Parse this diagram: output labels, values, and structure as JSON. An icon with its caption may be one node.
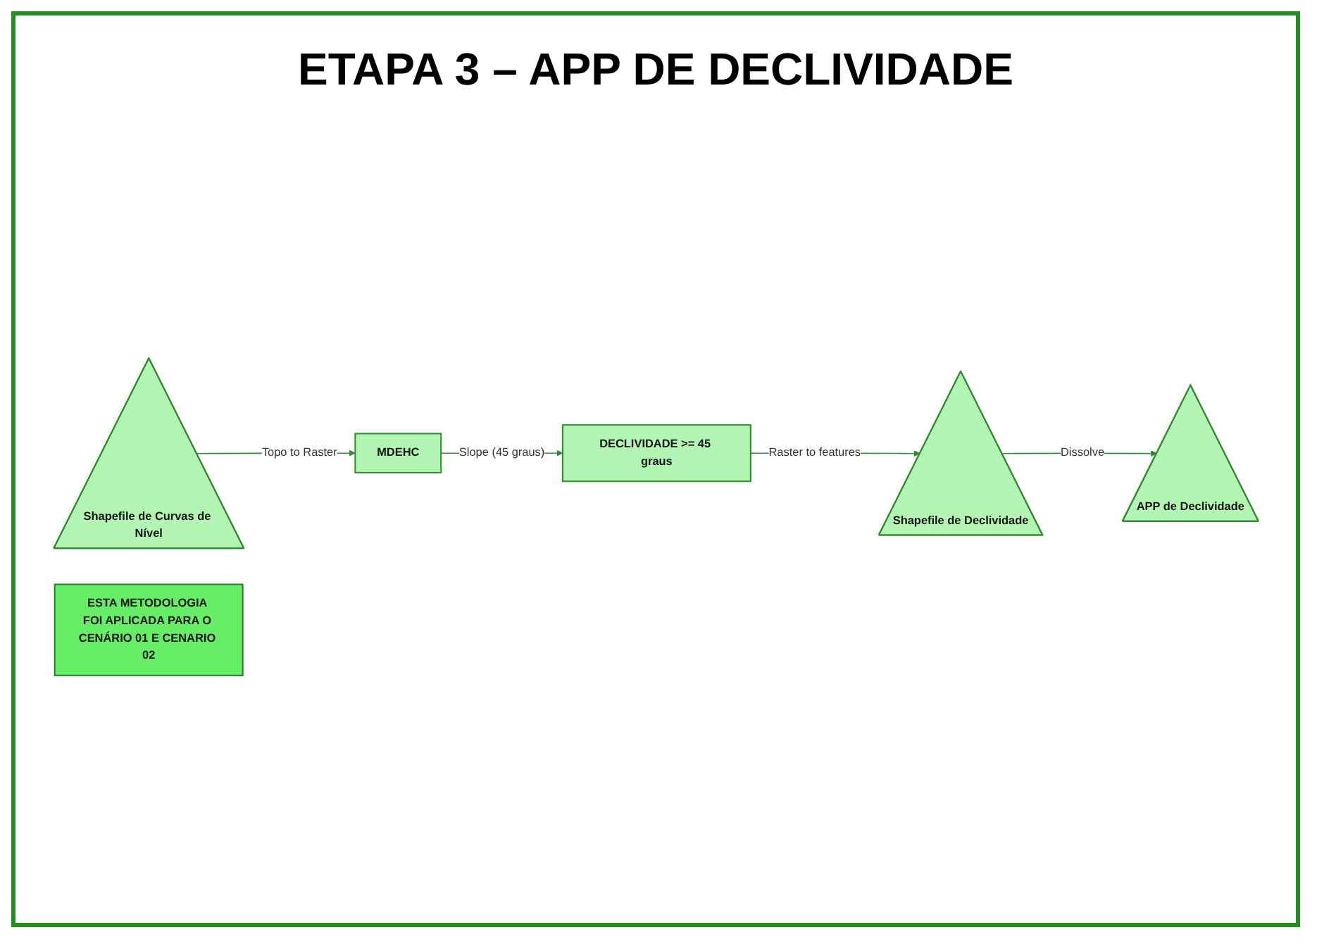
{
  "diagram": {
    "title": "ETAPA 3 – APP DE DECLIVIDADE",
    "nodes": [
      {
        "text": [
          "Shapefile de Curvas de Nível"
        ]
      },
      {
        "text": [
          "MDEHC"
        ]
      },
      {
        "text": [
          "DECLIVIDADE >= 45 graus"
        ]
      },
      {
        "text": [
          "Shapefile de Declividade"
        ]
      },
      {
        "text": [
          "APP de Declividade"
        ]
      },
      {
        "text": [
          "ESTA METODOLOGIA FOI APLICADA PARA O CENÁRIO 01 E CENARIO 02"
        ]
      }
    ],
    "edges": [
      {
        "from": 0,
        "to": 1,
        "arrow": "to",
        "label": "Topo to Raster"
      },
      {
        "from": 1,
        "to": 2,
        "arrow": "to",
        "label": "Slope (45 graus)"
      },
      {
        "from": 2,
        "to": 3,
        "arrow": "to",
        "label": "Raster to features"
      },
      {
        "from": 3,
        "to": 4,
        "arrow": "to",
        "label": "Dissolve"
      }
    ]
  }
}
